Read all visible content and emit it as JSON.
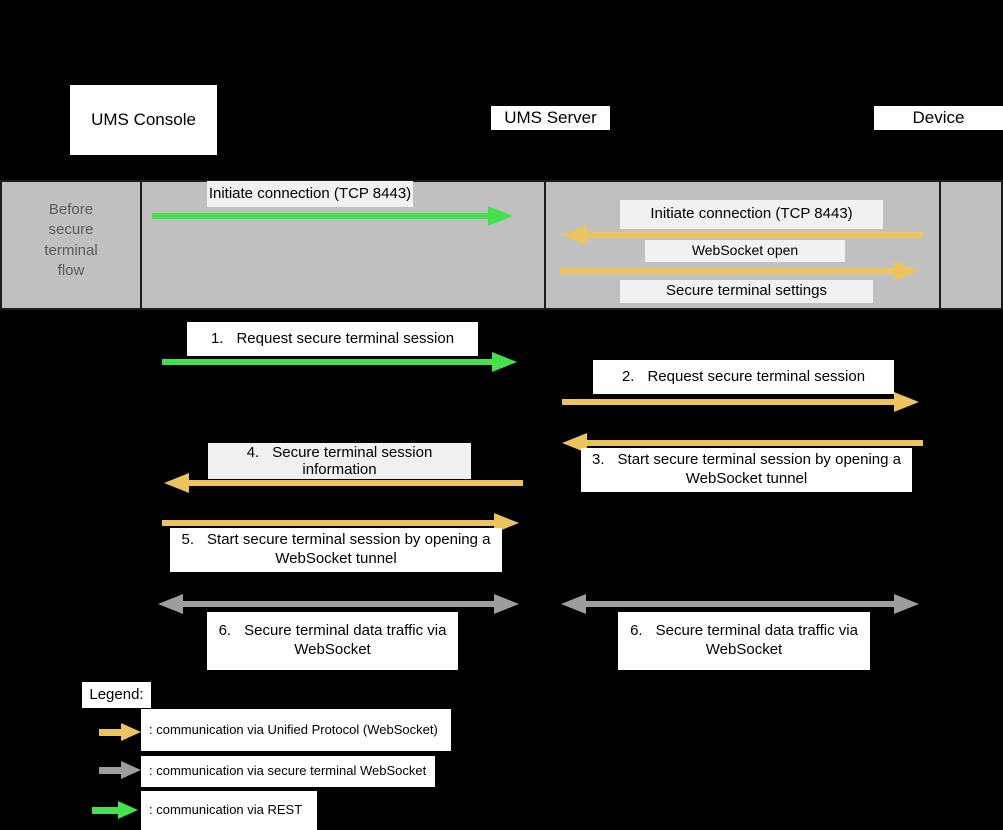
{
  "colors": {
    "background": "#000000",
    "band_bg": "#c0c0c0",
    "band_border": "#1c1c1c",
    "band_text": "#5a5a5a",
    "light_box": "#f1f1f1",
    "white_box": "#ffffff",
    "green": "#45e04e",
    "orange": "#ecc35c",
    "gray": "#9d9d9d"
  },
  "actors": [
    {
      "name": "UMS Console"
    },
    {
      "name": "UMS Server"
    },
    {
      "name": "Device"
    }
  ],
  "band": {
    "label": "Before secure terminal flow",
    "messages": [
      {
        "label": "Initiate connection (TCP 8443)",
        "from": "UMS Console",
        "to": "UMS Server",
        "via": "REST",
        "direction": "right"
      },
      {
        "label": "Initiate connection (TCP 8443)",
        "from": "Device",
        "to": "UMS Server",
        "via": "Unified Protocol (WebSocket)",
        "direction": "left"
      },
      {
        "label": "WebSocket open",
        "from": "UMS Server",
        "to": "Device",
        "via": "Unified Protocol (WebSocket)",
        "direction": "right"
      },
      {
        "label": "Secure terminal settings",
        "from": "UMS Server",
        "to": "Device",
        "via": "Unified Protocol (WebSocket)",
        "direction": "right"
      }
    ]
  },
  "steps": [
    {
      "num": "1.",
      "text": "Request secure terminal session",
      "from": "UMS Console",
      "to": "UMS Server",
      "via": "REST"
    },
    {
      "num": "2.",
      "text": "Request secure terminal session",
      "from": "UMS Server",
      "to": "Device",
      "via": "Unified Protocol (WebSocket)"
    },
    {
      "num": "3.",
      "text": "Start secure terminal session by opening a WebSocket tunnel",
      "from": "Device",
      "to": "UMS Server",
      "via": "Unified Protocol (WebSocket)"
    },
    {
      "num": "4.",
      "text": "Secure terminal session information",
      "from": "UMS Server",
      "to": "UMS Console",
      "via": "Unified Protocol (WebSocket)"
    },
    {
      "num": "5.",
      "text": "Start secure terminal session by opening a WebSocket tunnel",
      "from": "UMS Console",
      "to": "UMS Server",
      "via": "Unified Protocol (WebSocket)"
    },
    {
      "num": "6.",
      "text": "Secure terminal data traffic via WebSocket",
      "between": [
        "UMS Console",
        "UMS Server"
      ],
      "bidirectional": true,
      "via": "secure terminal WebSocket"
    },
    {
      "num": "6.",
      "text": "Secure terminal data traffic via WebSocket",
      "between": [
        "UMS Server",
        "Device"
      ],
      "bidirectional": true,
      "via": "secure terminal WebSocket"
    }
  ],
  "legend": {
    "title": "Legend:",
    "items": [
      {
        "arrow_color_name": "orange",
        "text": ": communication via Unified Protocol (WebSocket)"
      },
      {
        "arrow_color_name": "gray",
        "text": ": communication via secure terminal WebSocket"
      },
      {
        "arrow_color_name": "green",
        "text": ": communication via REST"
      }
    ]
  }
}
